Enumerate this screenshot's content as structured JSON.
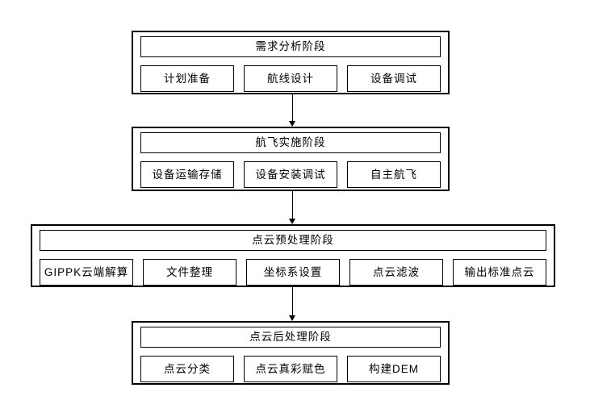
{
  "diagram": {
    "type": "flowchart",
    "orientation": "top-down",
    "colors": {
      "background": "#ffffff",
      "border": "#000000",
      "text": "#000000"
    },
    "stages": [
      {
        "title": "需求分析阶段",
        "steps": [
          "计划准备",
          "航线设计",
          "设备调试"
        ]
      },
      {
        "title": "航飞实施阶段",
        "steps": [
          "设备运输存储",
          "设备安装调试",
          "自主航飞"
        ]
      },
      {
        "title": "点云预处理阶段",
        "steps": [
          "GIPPK云端解算",
          "文件整理",
          "坐标系设置",
          "点云滤波",
          "输出标准点云"
        ]
      },
      {
        "title": "点云后处理阶段",
        "steps": [
          "点云分类",
          "点云真彩赋色",
          "构建DEM"
        ]
      }
    ],
    "connections": [
      {
        "from": "需求分析阶段",
        "to": "航飞实施阶段"
      },
      {
        "from": "航飞实施阶段",
        "to": "点云预处理阶段"
      },
      {
        "from": "点云预处理阶段",
        "to": "点云后处理阶段"
      }
    ]
  }
}
